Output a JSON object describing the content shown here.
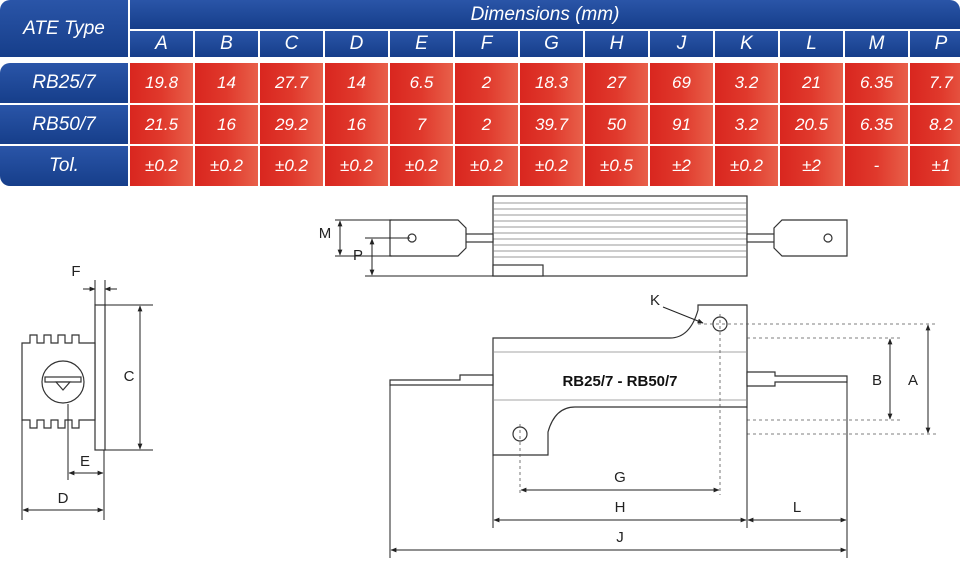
{
  "table": {
    "type_header": "ATE Type",
    "dims_header": "Dimensions (mm)",
    "columns": [
      "A",
      "B",
      "C",
      "D",
      "E",
      "F",
      "G",
      "H",
      "J",
      "K",
      "L",
      "M",
      "P"
    ],
    "rows": [
      {
        "label": "RB25/7",
        "values": [
          "19.8",
          "14",
          "27.7",
          "14",
          "6.5",
          "2",
          "18.3",
          "27",
          "69",
          "3.2",
          "21",
          "6.35",
          "7.7"
        ]
      },
      {
        "label": "RB50/7",
        "values": [
          "21.5",
          "16",
          "29.2",
          "16",
          "7",
          "2",
          "39.7",
          "50",
          "91",
          "3.2",
          "20.5",
          "6.35",
          "8.2"
        ]
      },
      {
        "label": "Tol.",
        "values": [
          "±0.2",
          "±0.2",
          "±0.2",
          "±0.2",
          "±0.2",
          "±0.2",
          "±0.2",
          "±0.5",
          "±2",
          "±0.2",
          "±2",
          "-",
          "±1"
        ]
      }
    ]
  },
  "drawing": {
    "part_label": "RB25/7 - RB50/7",
    "dims": {
      "A": "A",
      "B": "B",
      "C": "C",
      "D": "D",
      "E": "E",
      "F": "F",
      "G": "G",
      "H": "H",
      "J": "J",
      "K": "K",
      "L": "L",
      "M": "M",
      "P": "P"
    }
  }
}
